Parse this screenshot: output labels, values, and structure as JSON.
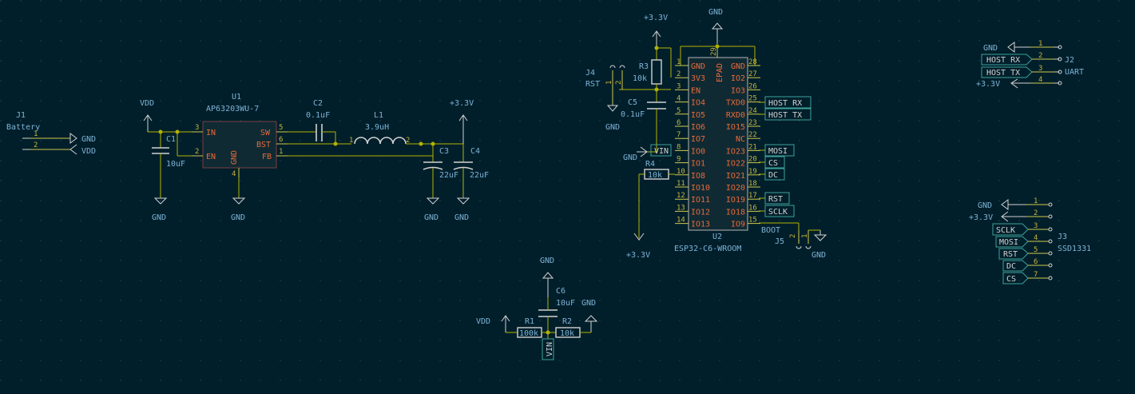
{
  "j1": {
    "ref": "J1",
    "value": "Battery",
    "pins": [
      "1",
      "2"
    ],
    "nets": [
      "GND",
      "VDD"
    ]
  },
  "u1": {
    "ref": "U1",
    "value": "AP63203WU-7",
    "pins": {
      "in": "IN",
      "en": "EN",
      "gnd": "GND",
      "sw": "SW",
      "bst": "BST",
      "fb": "FB"
    },
    "pin_numbers": {
      "in": "3",
      "en": "2",
      "gnd": "4",
      "sw": "5",
      "bst": "6",
      "fb": "1"
    }
  },
  "c1": {
    "ref": "C1",
    "value": "10uF"
  },
  "c2": {
    "ref": "C2",
    "value": "0.1uF"
  },
  "l1": {
    "ref": "L1",
    "value": "3.9uH",
    "pins": [
      "1",
      "2"
    ]
  },
  "c3": {
    "ref": "C3",
    "value": "22uF"
  },
  "c4": {
    "ref": "C4",
    "value": "22uF"
  },
  "c5": {
    "ref": "C5",
    "value": "0.1uF"
  },
  "c6": {
    "ref": "C6",
    "value": "10uF"
  },
  "r1": {
    "ref": "R1",
    "value": "100k"
  },
  "r2": {
    "ref": "R2",
    "value": "10k"
  },
  "r3": {
    "ref": "R3",
    "value": "10k"
  },
  "r4": {
    "ref": "R4",
    "value": "10k"
  },
  "j4": {
    "ref": "J4",
    "label": "RST",
    "pins": [
      "1",
      "2"
    ]
  },
  "j5": {
    "ref": "J5",
    "label": "BOOT",
    "pins": [
      "1",
      "2"
    ]
  },
  "power": {
    "vdd": "VDD",
    "gnd": "GND",
    "v33": "+3.3V"
  },
  "u2": {
    "ref": "U2",
    "value": "ESP32-C6-WROOM",
    "left_pins": [
      {
        "num": "1",
        "name": "GND"
      },
      {
        "num": "2",
        "name": "3V3"
      },
      {
        "num": "3",
        "name": "EN"
      },
      {
        "num": "4",
        "name": "IO4"
      },
      {
        "num": "5",
        "name": "IO5"
      },
      {
        "num": "6",
        "name": "IO6"
      },
      {
        "num": "7",
        "name": "IO7"
      },
      {
        "num": "8",
        "name": "IO0"
      },
      {
        "num": "9",
        "name": "IO1"
      },
      {
        "num": "10",
        "name": "IO8"
      },
      {
        "num": "11",
        "name": "IO10"
      },
      {
        "num": "12",
        "name": "IO11"
      },
      {
        "num": "13",
        "name": "IO12"
      },
      {
        "num": "14",
        "name": "IO13"
      }
    ],
    "right_pins": [
      {
        "num": "28",
        "name": "GND"
      },
      {
        "num": "27",
        "name": "IO2"
      },
      {
        "num": "26",
        "name": "IO3"
      },
      {
        "num": "25",
        "name": "TXD0"
      },
      {
        "num": "24",
        "name": "RXD0"
      },
      {
        "num": "23",
        "name": "IO15"
      },
      {
        "num": "22",
        "name": "NC"
      },
      {
        "num": "21",
        "name": "IO23"
      },
      {
        "num": "20",
        "name": "IO22"
      },
      {
        "num": "19",
        "name": "IO21"
      },
      {
        "num": "18",
        "name": "IO20"
      },
      {
        "num": "17",
        "name": "IO19"
      },
      {
        "num": "16",
        "name": "IO18"
      },
      {
        "num": "15",
        "name": "IO9"
      }
    ],
    "top_pin": {
      "num": "29",
      "name": "EPAD"
    }
  },
  "u2_labels": {
    "host_rx": "HOST RX",
    "host_tx": "HOST TX",
    "mosi": "MOSI",
    "cs": "CS",
    "dc": "DC",
    "rst": "RST",
    "sclk": "SCLK",
    "vin": "VIN"
  },
  "j2": {
    "ref": "J2",
    "value": "UART",
    "pins": [
      "1",
      "2",
      "3",
      "4"
    ],
    "nets": [
      "GND",
      "HOST RX",
      "HOST TX",
      "+3.3V"
    ]
  },
  "j3": {
    "ref": "J3",
    "value": "SSD1331",
    "pins": [
      "1",
      "2",
      "3",
      "4",
      "5",
      "6",
      "7"
    ],
    "nets": [
      "GND",
      "+3.3V",
      "SCLK",
      "MOSI",
      "RST",
      "DC",
      "CS"
    ]
  },
  "divider": {
    "vin": "VIN"
  }
}
